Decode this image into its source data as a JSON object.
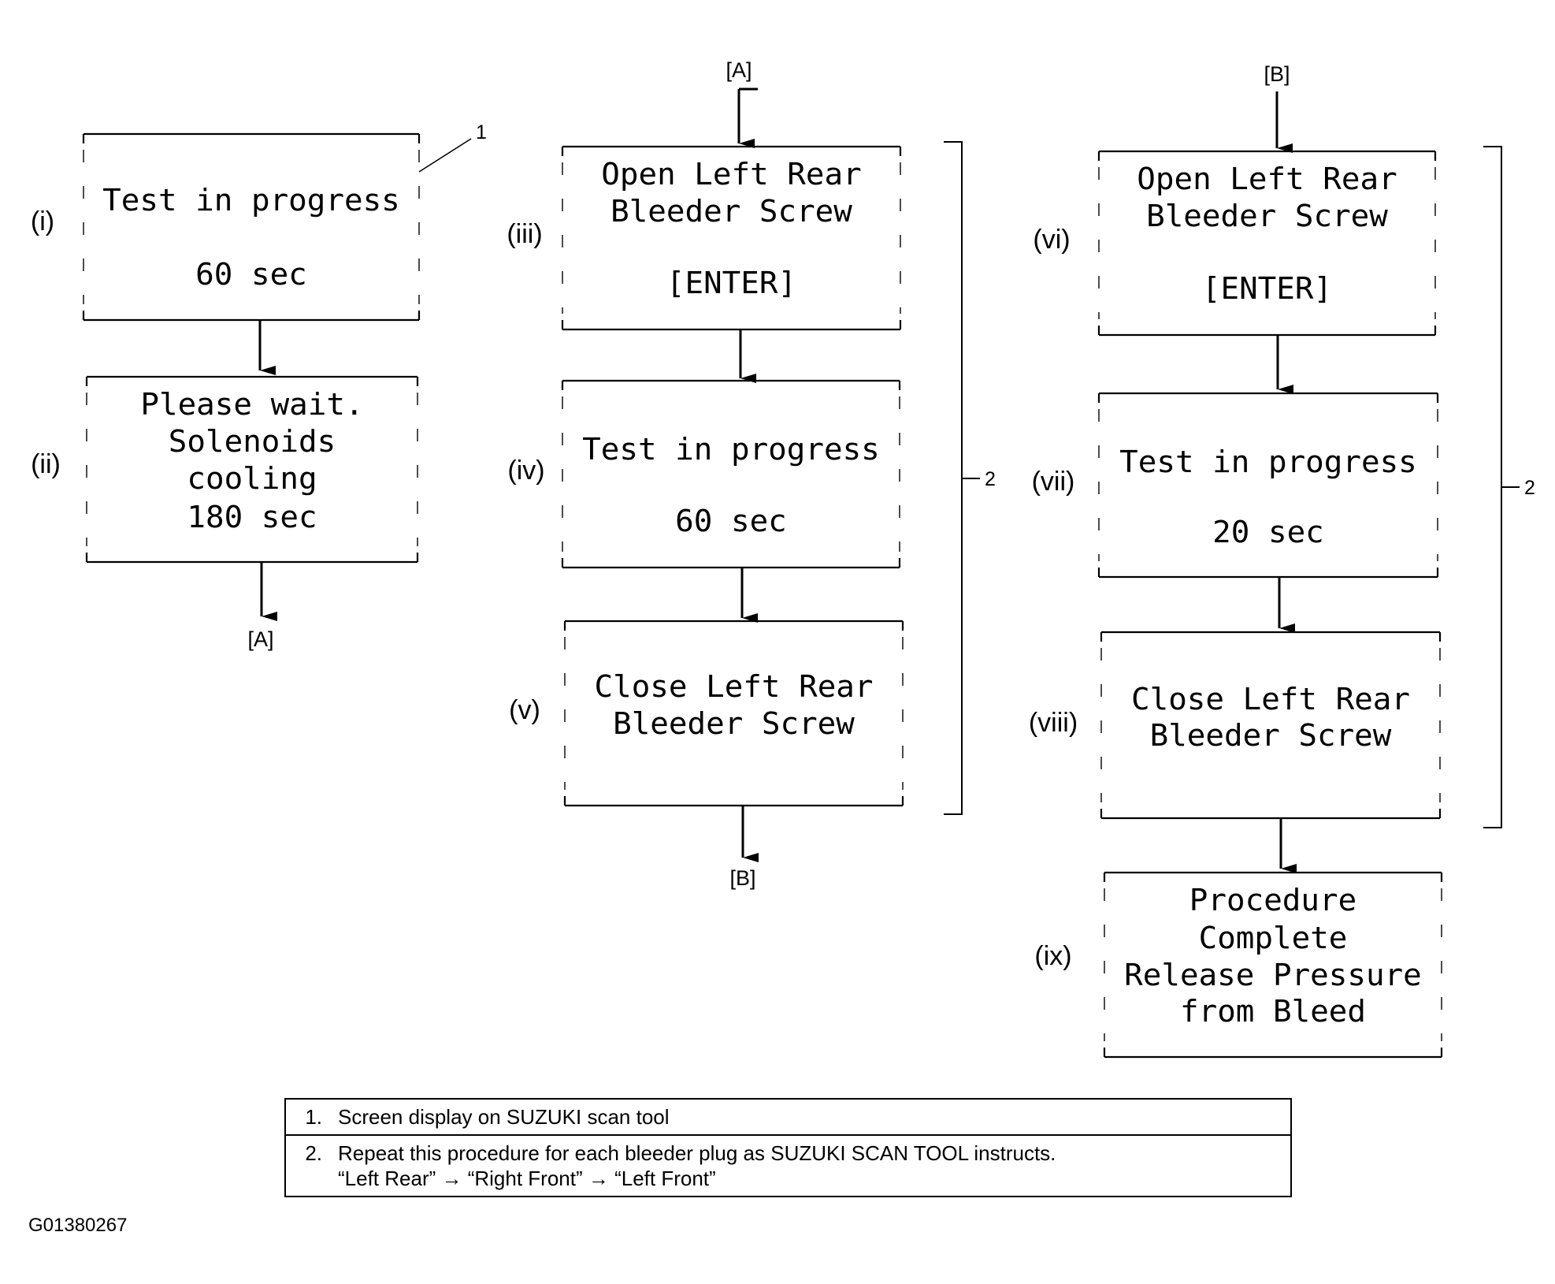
{
  "callouts": {
    "screen": "1",
    "repeat": "2"
  },
  "connectors": {
    "a": "[A]",
    "b": "[B]"
  },
  "columns": [
    [
      {
        "label": "(i)",
        "lines": [
          "Test in progress",
          "",
          "60 sec"
        ]
      },
      {
        "label": "(ii)",
        "lines": [
          "Please wait.",
          "Solenoids",
          "cooling",
          "180 sec"
        ]
      }
    ],
    [
      {
        "label": "(iii)",
        "lines": [
          "Open Left Rear",
          "Bleeder Screw",
          "",
          "[ENTER]"
        ]
      },
      {
        "label": "(iv)",
        "lines": [
          "Test in progress",
          "",
          "60 sec"
        ]
      },
      {
        "label": "(v)",
        "lines": [
          "Close Left Rear",
          "Bleeder Screw"
        ]
      }
    ],
    [
      {
        "label": "(vi)",
        "lines": [
          "Open Left Rear",
          "Bleeder Screw",
          "",
          "[ENTER]"
        ]
      },
      {
        "label": "(vii)",
        "lines": [
          "Test in progress",
          "",
          "20 sec"
        ]
      },
      {
        "label": "(viii)",
        "lines": [
          "Close Left Rear",
          "Bleeder Screw"
        ]
      },
      {
        "label": "(ix)",
        "lines": [
          "Procedure",
          "Complete",
          "Release Pressure",
          "from Bleed"
        ]
      }
    ]
  ],
  "legend": [
    {
      "num": "1.",
      "text": "Screen display on SUZUKI scan tool"
    },
    {
      "num": "2.",
      "text": "Repeat this procedure for each bleeder plug as SUZUKI SCAN TOOL instructs.",
      "text2": "“Left Rear” → “Right Front” → “Left Front”"
    }
  ],
  "figure_id": "G01380267"
}
